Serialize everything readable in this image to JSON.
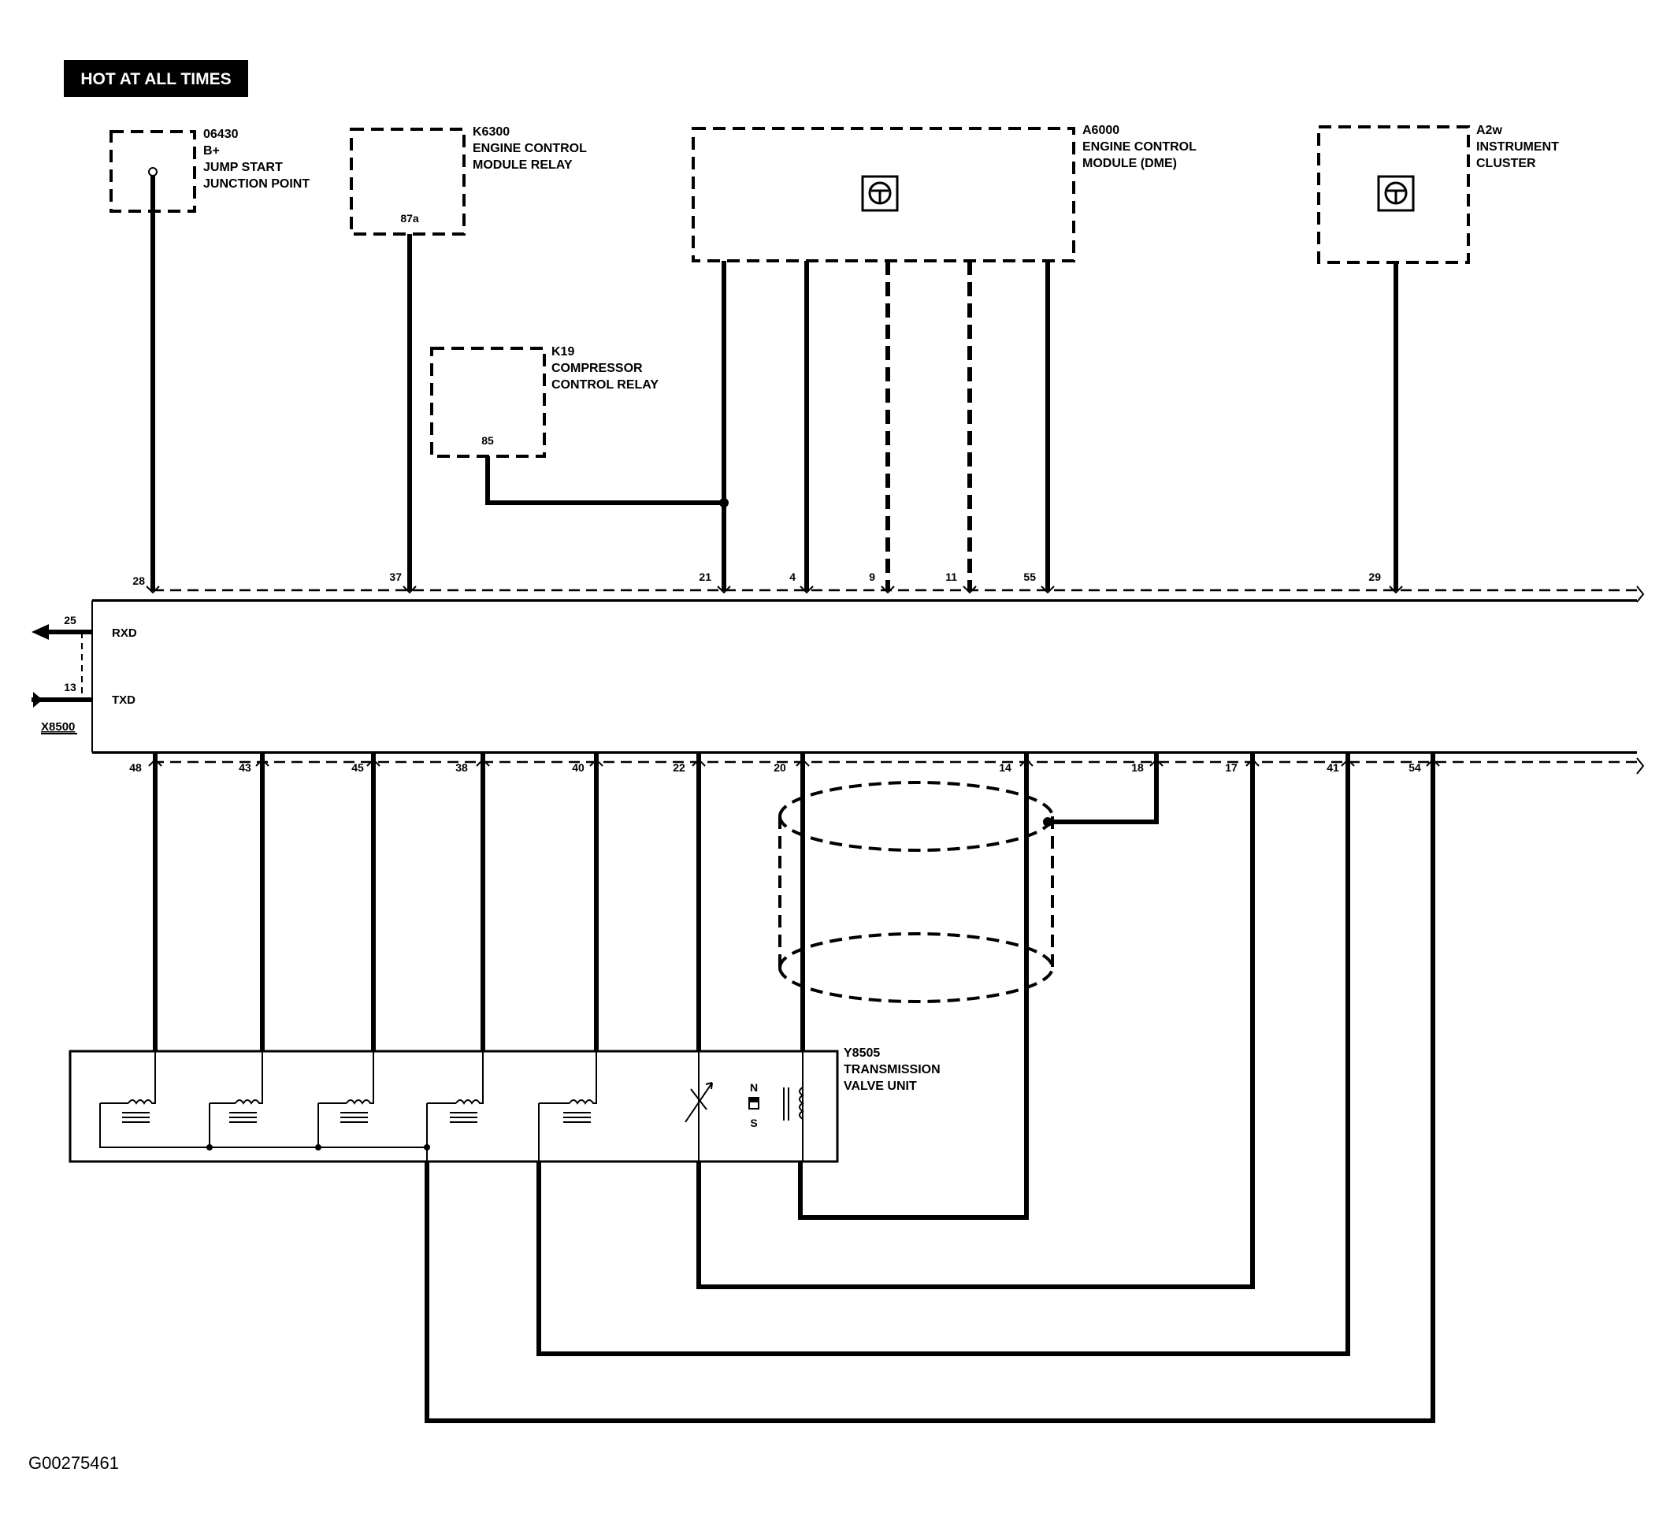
{
  "header_badge": "HOT AT ALL TIMES",
  "figure_code": "G00275461",
  "components": {
    "jump_start": {
      "code": "06430",
      "lines": [
        "B+",
        "JUMP START",
        "JUNCTION POINT"
      ]
    },
    "ecm_relay": {
      "code": "K6300",
      "lines": [
        "ENGINE CONTROL",
        "MODULE RELAY"
      ],
      "pin": "87a"
    },
    "compressor_relay": {
      "code": "K19",
      "lines": [
        "COMPRESSOR",
        "CONTROL RELAY"
      ],
      "pin": "85"
    },
    "ecm_dme": {
      "code": "A6000",
      "lines": [
        "ENGINE CONTROL",
        "MODULE (DME)"
      ]
    },
    "instrument_cluster": {
      "code": "A2w",
      "lines": [
        "INSTRUMENT",
        "CLUSTER"
      ]
    },
    "trans_valve_unit": {
      "code": "Y8505",
      "lines": [
        "TRANSMISSION",
        "VALVE UNIT"
      ],
      "switch_n": "N",
      "switch_s": "S"
    },
    "connector": {
      "code": "X8500",
      "rxd_label": "RXD",
      "txd_label": "TXD",
      "rxd_pin": "25",
      "txd_pin": "13"
    }
  },
  "top_pins": [
    "28",
    "37",
    "21",
    "4",
    "9",
    "11",
    "55",
    "29"
  ],
  "bottom_pins": [
    "48",
    "43",
    "45",
    "38",
    "40",
    "22",
    "20",
    "14",
    "18",
    "17",
    "41",
    "54"
  ]
}
